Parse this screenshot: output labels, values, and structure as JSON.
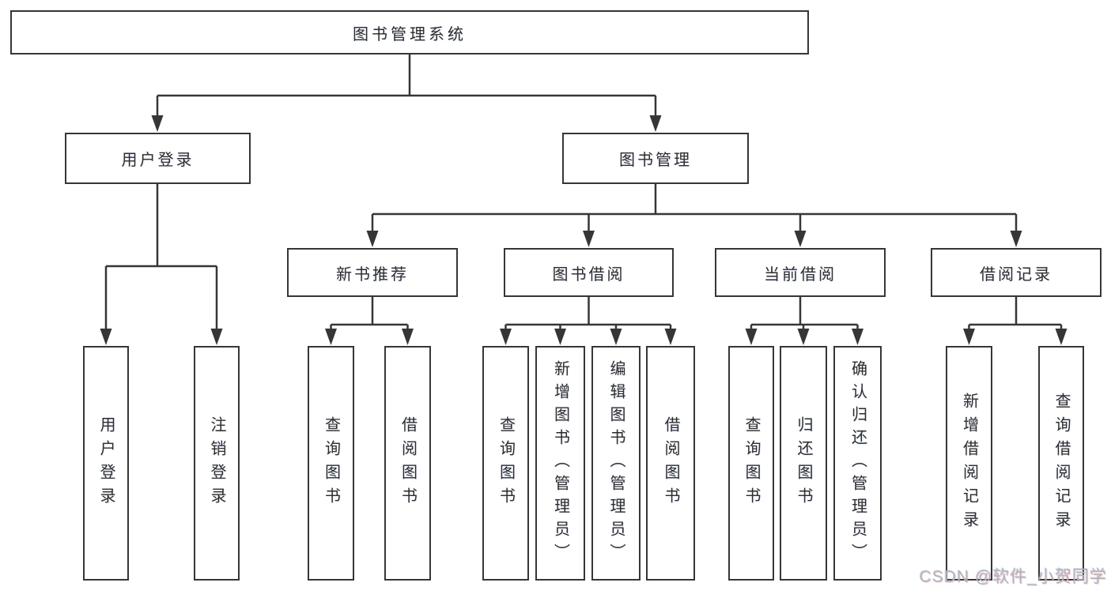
{
  "tree": {
    "root": "图书管理系统",
    "branches": [
      {
        "label": "用户登录",
        "children": [
          "用户登录",
          "注销登录"
        ]
      },
      {
        "label": "图书管理",
        "children": [
          {
            "label": "新书推荐",
            "children": [
              "查询图书",
              "借阅图书"
            ]
          },
          {
            "label": "图书借阅",
            "children": [
              "查询图书",
              "新增图书（管理员）",
              "编辑图书（管理员）",
              "借阅图书"
            ]
          },
          {
            "label": "当前借阅",
            "children": [
              "查询图书",
              "归还图书",
              "确认归还（管理员）"
            ]
          },
          {
            "label": "借阅记录",
            "children": [
              "新增借阅记录",
              "查询借阅记录"
            ]
          }
        ]
      }
    ]
  },
  "watermark": {
    "text": "CSDN @软件_小贺同学"
  },
  "colors": {
    "line": "#363636",
    "box_border": "#363636",
    "text": "#2d2d2d",
    "watermark": "#b3b3b3"
  }
}
